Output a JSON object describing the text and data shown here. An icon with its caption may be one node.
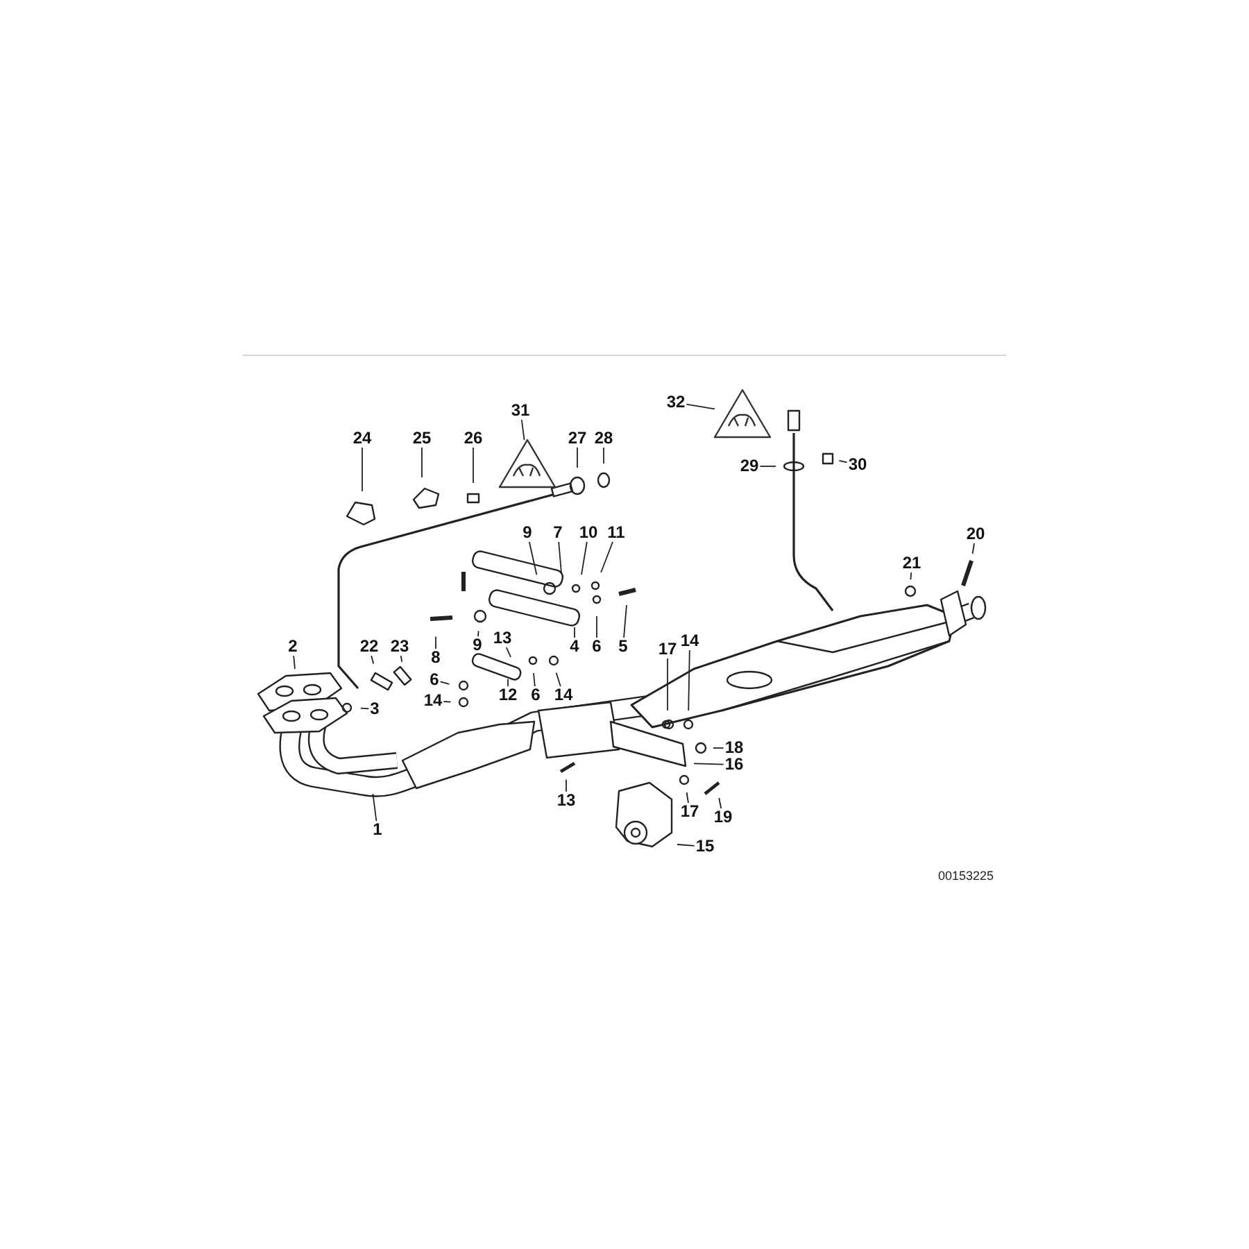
{
  "diagram": {
    "nodes": [
      {
        "text": [
          "32"
        ]
      },
      {
        "text": [
          "31"
        ]
      },
      {
        "text": [
          "24"
        ]
      },
      {
        "text": [
          "25"
        ]
      },
      {
        "text": [
          "26"
        ]
      },
      {
        "text": [
          "27"
        ]
      },
      {
        "text": [
          "28"
        ]
      },
      {
        "text": [
          "29"
        ]
      },
      {
        "text": [
          "30"
        ]
      },
      {
        "text": [
          "9"
        ]
      },
      {
        "text": [
          "10"
        ]
      },
      {
        "text": [
          "7"
        ]
      },
      {
        "text": [
          "11"
        ]
      },
      {
        "text": [
          "20"
        ]
      },
      {
        "text": [
          "21"
        ]
      },
      {
        "text": [
          "8"
        ]
      },
      {
        "text": [
          "9"
        ]
      },
      {
        "text": [
          "4"
        ]
      },
      {
        "text": [
          "6"
        ]
      },
      {
        "text": [
          "5"
        ]
      },
      {
        "text": [
          "2"
        ]
      },
      {
        "text": [
          "22"
        ]
      },
      {
        "text": [
          "23"
        ]
      },
      {
        "text": [
          "13"
        ]
      },
      {
        "text": [
          "17"
        ]
      },
      {
        "text": [
          "14"
        ]
      },
      {
        "text": [
          "6"
        ]
      },
      {
        "text": [
          "12"
        ]
      },
      {
        "text": [
          "14"
        ]
      },
      {
        "text": [
          "14"
        ]
      },
      {
        "text": [
          "6"
        ]
      },
      {
        "text": [
          "3"
        ]
      },
      {
        "text": [
          "18"
        ]
      },
      {
        "text": [
          "16"
        ]
      },
      {
        "text": [
          "13"
        ]
      },
      {
        "text": [
          "17"
        ]
      },
      {
        "text": [
          "19"
        ]
      },
      {
        "text": [
          "1"
        ]
      },
      {
        "text": [
          "15"
        ]
      },
      {
        "text": [],
        "shape": "triangle"
      },
      {
        "text": [],
        "shape": "triangle"
      }
    ],
    "edges": [
      {
        "from": 0,
        "to": 40,
        "arrow": "none"
      },
      {
        "from": 1,
        "to": 39,
        "arrow": "none"
      },
      {
        "from": 2,
        "to": null,
        "arrow": "none"
      },
      {
        "from": 3,
        "to": null,
        "arrow": "none"
      },
      {
        "from": 4,
        "to": null,
        "arrow": "none"
      },
      {
        "from": 5,
        "to": null,
        "arrow": "none"
      },
      {
        "from": 6,
        "to": null,
        "arrow": "none"
      },
      {
        "from": 7,
        "to": null,
        "arrow": "none"
      },
      {
        "from": 8,
        "to": null,
        "arrow": "none"
      },
      {
        "from": 9,
        "to": null,
        "arrow": "none"
      },
      {
        "from": 10,
        "to": null,
        "arrow": "none"
      },
      {
        "from": 11,
        "to": null,
        "arrow": "none"
      },
      {
        "from": 12,
        "to": null,
        "arrow": "none"
      },
      {
        "from": 13,
        "to": null,
        "arrow": "none"
      },
      {
        "from": 14,
        "to": null,
        "arrow": "none"
      },
      {
        "from": 15,
        "to": null,
        "arrow": "none"
      },
      {
        "from": 16,
        "to": null,
        "arrow": "none"
      },
      {
        "from": 17,
        "to": null,
        "arrow": "none"
      },
      {
        "from": 18,
        "to": null,
        "arrow": "none"
      },
      {
        "from": 19,
        "to": null,
        "arrow": "none"
      },
      {
        "from": 20,
        "to": null,
        "arrow": "none"
      },
      {
        "from": 21,
        "to": null,
        "arrow": "none"
      },
      {
        "from": 22,
        "to": null,
        "arrow": "none"
      },
      {
        "from": 23,
        "to": null,
        "arrow": "none"
      },
      {
        "from": 24,
        "to": null,
        "arrow": "none"
      },
      {
        "from": 25,
        "to": null,
        "arrow": "none"
      },
      {
        "from": 26,
        "to": null,
        "arrow": "none"
      },
      {
        "from": 27,
        "to": null,
        "arrow": "none"
      },
      {
        "from": 28,
        "to": null,
        "arrow": "none"
      },
      {
        "from": 29,
        "to": null,
        "arrow": "none"
      },
      {
        "from": 30,
        "to": null,
        "arrow": "none"
      },
      {
        "from": 31,
        "to": null,
        "arrow": "none"
      },
      {
        "from": 32,
        "to": null,
        "arrow": "none"
      },
      {
        "from": 33,
        "to": null,
        "arrow": "none"
      },
      {
        "from": 34,
        "to": null,
        "arrow": "none"
      },
      {
        "from": 35,
        "to": null,
        "arrow": "none"
      },
      {
        "from": 36,
        "to": null,
        "arrow": "none"
      },
      {
        "from": 37,
        "to": null,
        "arrow": "none"
      },
      {
        "from": 38,
        "to": null,
        "arrow": "none"
      }
    ],
    "labels": [
      "00153225"
    ]
  }
}
